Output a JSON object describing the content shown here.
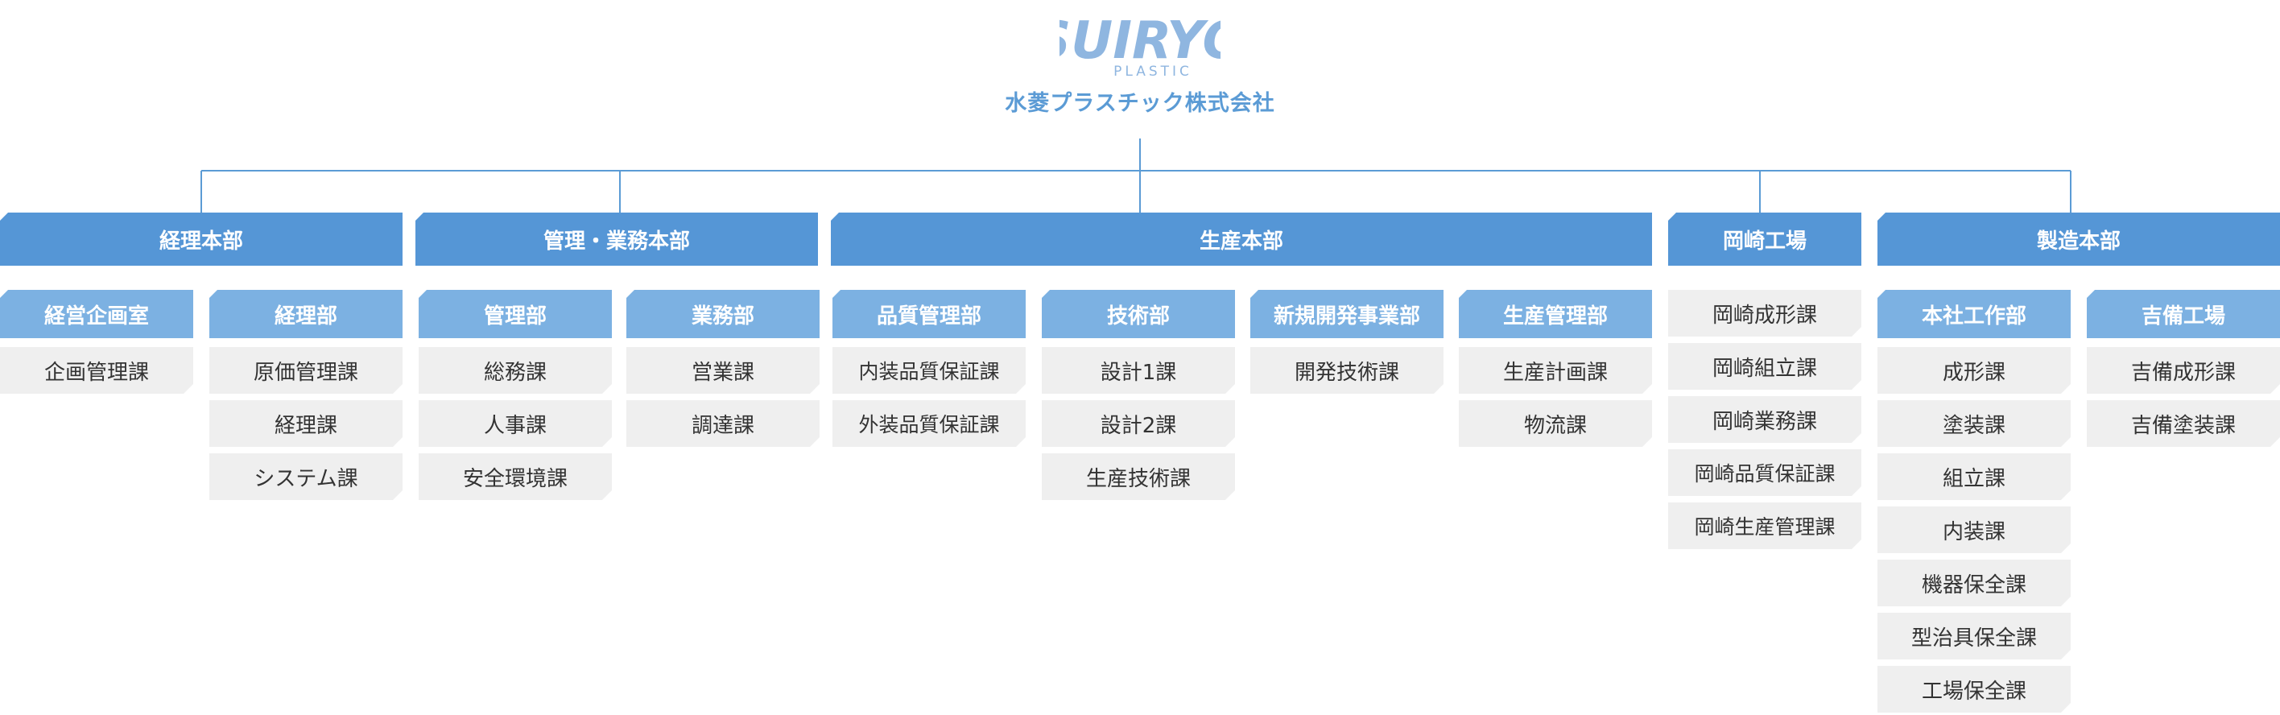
{
  "company": {
    "logo_text": "SUIRYO",
    "logo_subtext": "PLASTIC",
    "name": "水菱プラスチック株式会社"
  },
  "colors": {
    "hq_bar": "#5596d6",
    "dept_header": "#7cb1e2",
    "section_box": "#efefef",
    "connector_line": "#5b9bd5",
    "text_dark": "#333333"
  },
  "headquarters": [
    {
      "name": "経理本部",
      "departments": [
        {
          "name": "経営企画室",
          "sections": [
            "企画管理課"
          ]
        },
        {
          "name": "経理部",
          "sections": [
            "原価管理課",
            "経理課",
            "システム課"
          ]
        }
      ]
    },
    {
      "name": "管理・業務本部",
      "departments": [
        {
          "name": "管理部",
          "sections": [
            "総務課",
            "人事課",
            "安全環境課"
          ]
        },
        {
          "name": "業務部",
          "sections": [
            "営業課",
            "調達課"
          ]
        }
      ]
    },
    {
      "name": "生産本部",
      "departments": [
        {
          "name": "品質管理部",
          "sections": [
            "内装品質保証課",
            "外装品質保証課"
          ]
        },
        {
          "name": "技術部",
          "sections": [
            "設計1課",
            "設計2課",
            "生産技術課"
          ]
        },
        {
          "name": "新規開発事業部",
          "sections": [
            "開発技術課"
          ]
        },
        {
          "name": "生産管理部",
          "sections": [
            "生産計画課",
            "物流課"
          ]
        }
      ]
    },
    {
      "name": "岡崎工場",
      "sections": [
        "岡崎成形課",
        "岡崎組立課",
        "岡崎業務課",
        "岡崎品質保証課",
        "岡崎生産管理課"
      ]
    },
    {
      "name": "製造本部",
      "departments": [
        {
          "name": "本社工作部",
          "sections": [
            "成形課",
            "塗装課",
            "組立課",
            "内装課",
            "機器保全課",
            "型治具保全課",
            "工場保全課"
          ]
        },
        {
          "name": "吉備工場",
          "sections": [
            "吉備成形課",
            "吉備塗装課"
          ]
        }
      ]
    }
  ]
}
